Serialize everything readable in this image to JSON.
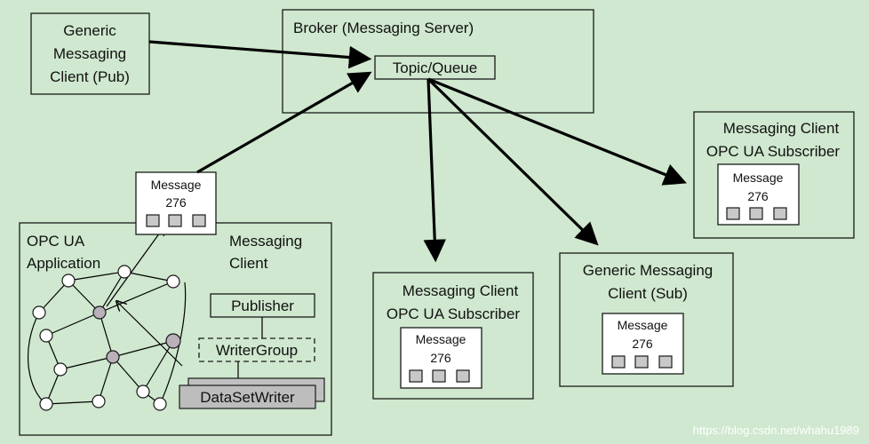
{
  "pub_client": {
    "line1": "Generic",
    "line2": "Messaging",
    "line3": "Client (Pub)"
  },
  "broker": {
    "title": "Broker (Messaging Server)",
    "queue": "Topic/Queue"
  },
  "opcua_app": {
    "line1": "OPC UA",
    "line2": "Application",
    "client_line1": "Messaging",
    "client_line2": "Client",
    "publisher": "Publisher",
    "writer_group": "WriterGroup",
    "dataset_writer": "DataSetWriter"
  },
  "message": {
    "label": "Message",
    "number": "276"
  },
  "sub_opcua_left": {
    "line1": "Messaging Client",
    "line2": "OPC UA Subscriber"
  },
  "sub_generic": {
    "line1": "Generic Messaging",
    "line2": "Client (Sub)"
  },
  "sub_opcua_right": {
    "line1": "Messaging Client",
    "line2": "OPC UA Subscriber"
  },
  "watermark": "https://blog.csdn.net/whahu1989"
}
